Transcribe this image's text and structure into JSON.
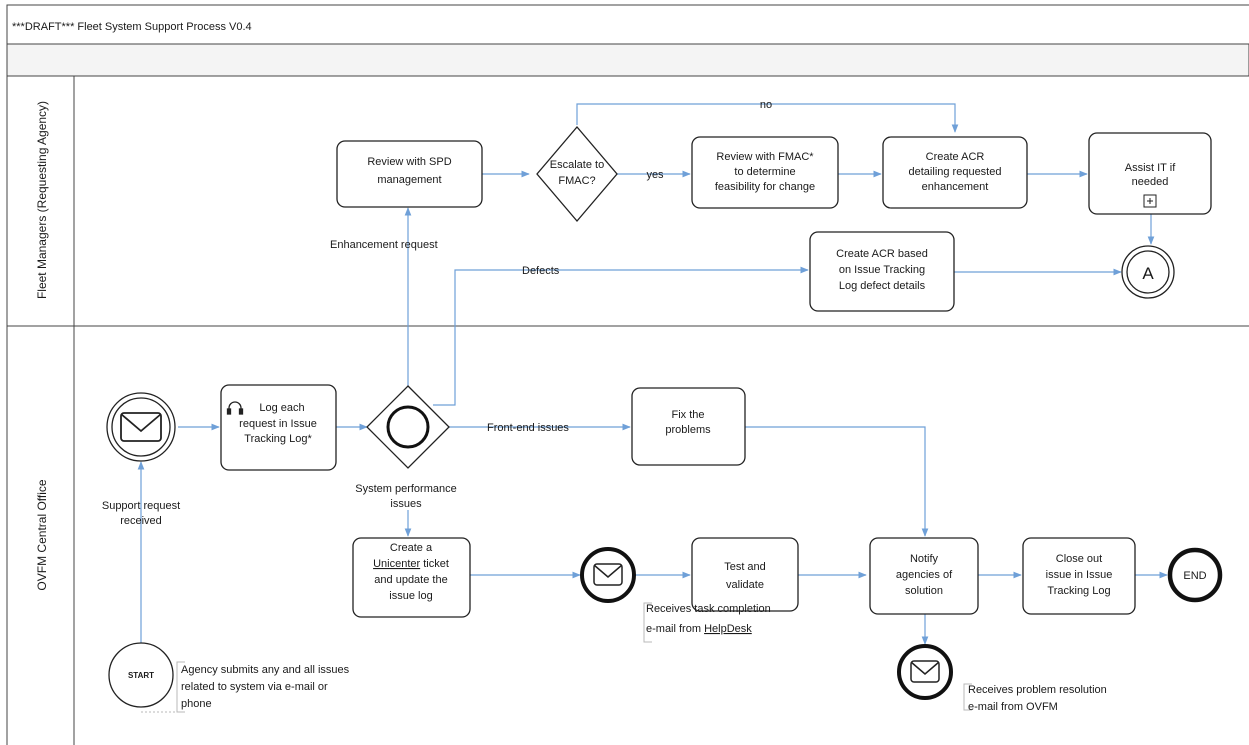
{
  "pool": {
    "title": "***DRAFT*** Fleet System Support Process V0.4"
  },
  "lanes": {
    "fleet_managers": "Fleet Managers (Requesting Agency)",
    "ovfm": "OVFM Central Office"
  },
  "tasks": {
    "review_spd": [
      "Review with SPD",
      "management"
    ],
    "review_fmac": [
      "Review with FMAC*",
      "to determine",
      "feasibility for change"
    ],
    "create_acr_enh": [
      "Create ACR",
      "detailing requested",
      "enhancement"
    ],
    "assist_it": [
      "Assist IT if",
      "needed"
    ],
    "create_acr_defect": [
      "Create ACR based",
      "on Issue Tracking",
      "Log defect details"
    ],
    "log_request": [
      "Log each",
      "request in Issue",
      "Tracking Log*"
    ],
    "fix_problems": [
      "Fix the",
      "problems"
    ],
    "create_ticket": [
      "Create a",
      "Unicenter",
      "ticket",
      "and update the",
      "issue log"
    ],
    "test_validate": [
      "Test and",
      "validate"
    ],
    "notify": [
      "Notify",
      "agencies of",
      "solution"
    ],
    "close_out": [
      "Close out",
      "issue in Issue",
      "Tracking Log"
    ]
  },
  "gateways": {
    "escalate": [
      "Escalate to",
      "FMAC?"
    ]
  },
  "events": {
    "start": "START",
    "end": "END",
    "offpage": "A"
  },
  "flow_labels": {
    "no": "no",
    "yes": "yes",
    "enhancement": "Enhancement request",
    "defects": "Defects",
    "front_end": "Front-end issues",
    "system_perf": [
      "System performance",
      "issues"
    ],
    "support_received": [
      "Support request",
      "received"
    ]
  },
  "annotations": {
    "agency_submits": [
      "Agency submits any and all issues",
      "related to system via e-mail or",
      "phone"
    ],
    "helpdesk_mail": [
      "Receives task completion",
      "e-mail from",
      "HelpDesk"
    ],
    "ovfm_mail": [
      "Receives problem resolution",
      "e-mail from OVFM"
    ]
  },
  "colors": {
    "flow": "#6fa0d8",
    "border": "#222222",
    "lane_line": "#444444"
  },
  "icons": [
    "envelope-icon",
    "subprocess-plus-icon",
    "headset-icon"
  ]
}
